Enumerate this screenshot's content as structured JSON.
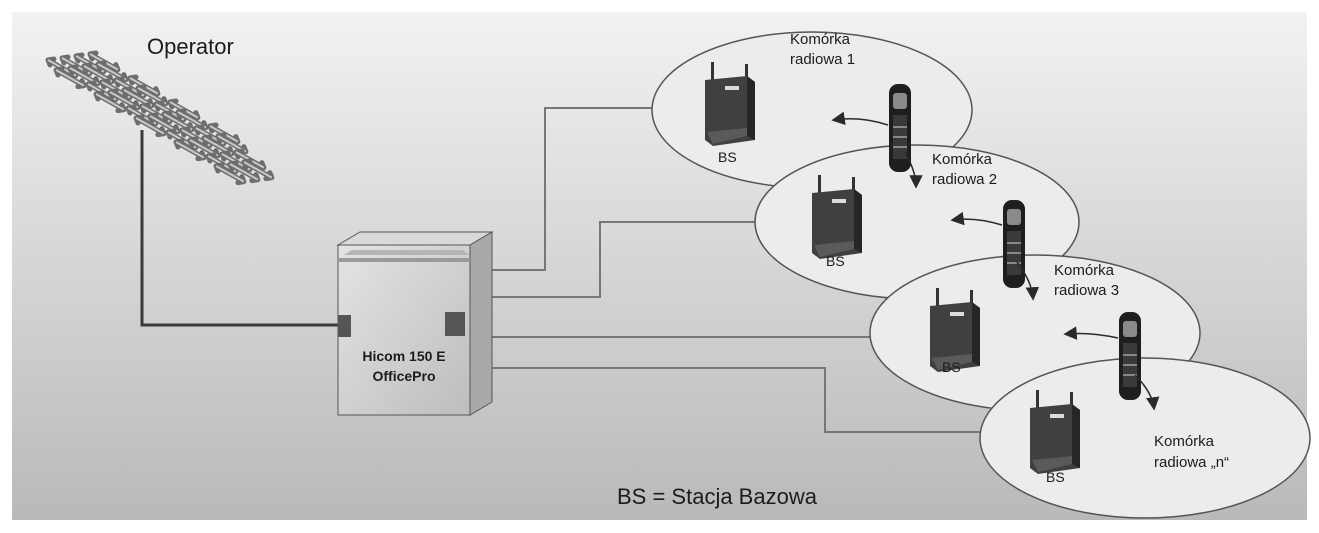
{
  "operator": {
    "label": "Operator"
  },
  "pbx": {
    "line1": "Hicom 150 E",
    "line2": "OfficePro"
  },
  "cells": [
    {
      "line1": "Komórka",
      "line2": "radiowa 1",
      "bs": "BS"
    },
    {
      "line1": "Komórka",
      "line2": "radiowa 2",
      "bs": "BS"
    },
    {
      "line1": "Komórka",
      "line2": "radiowa 3",
      "bs": "BS"
    },
    {
      "line1": "Komórka",
      "line2": "radiowa „n“",
      "bs": "BS"
    }
  ],
  "legend": {
    "text": "BS = Stacja Bazowa"
  }
}
